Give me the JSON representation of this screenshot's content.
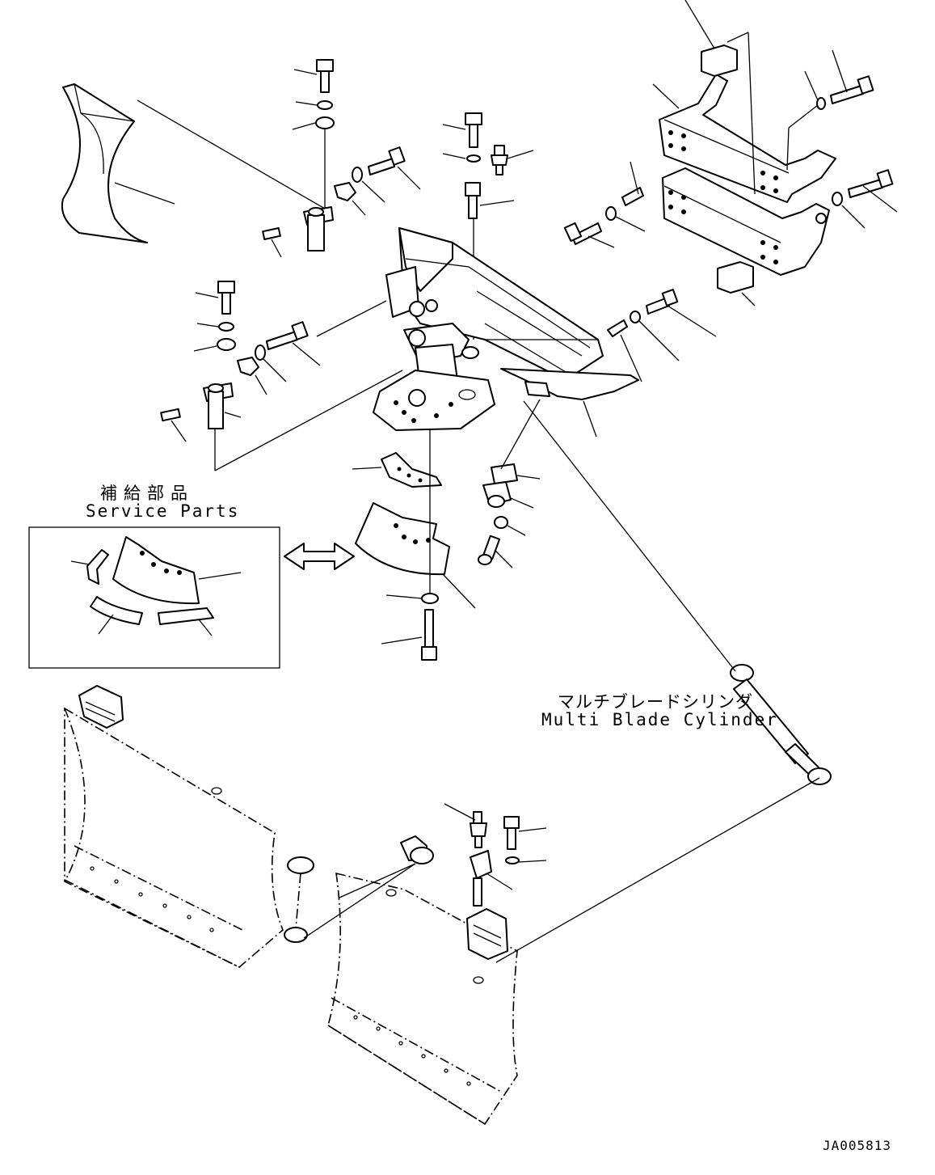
{
  "diagram": {
    "labels": {
      "service_parts_jp": "補給部品",
      "service_parts_en": "Service Parts",
      "cylinder_jp": "マルチブレードシリンダ",
      "cylinder_en": "Multi Blade Cylinder",
      "drawing_number": "JA005813"
    },
    "colors": {
      "line": "#000000",
      "background": "#ffffff"
    },
    "icons": [
      "double-arrow-icon"
    ]
  }
}
